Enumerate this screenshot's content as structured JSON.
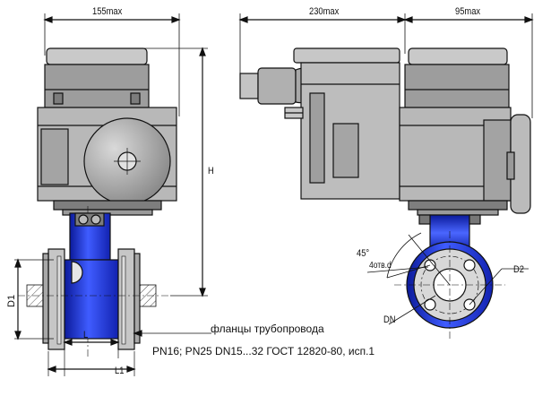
{
  "dimensions": {
    "width_front": "155max",
    "length_side": "230max",
    "handwheel_offset": "95max",
    "height": "H",
    "flange_dia": "D1",
    "body_length": "L",
    "total_length": "L1",
    "bolt_circle": "D2",
    "nominal_dia": "DN",
    "holes": "4отв.d",
    "angle": "45°"
  },
  "caption": {
    "line1": "фланцы трубопровода",
    "line2": "PN16; PN25 DN15...32 ГОСТ 12820-80, исп.1"
  },
  "colors": {
    "body_blue": "#1a2cc8",
    "housing_gray": "#b7b7b7",
    "housing_dark": "#8e8e8e",
    "line": "#111111"
  }
}
